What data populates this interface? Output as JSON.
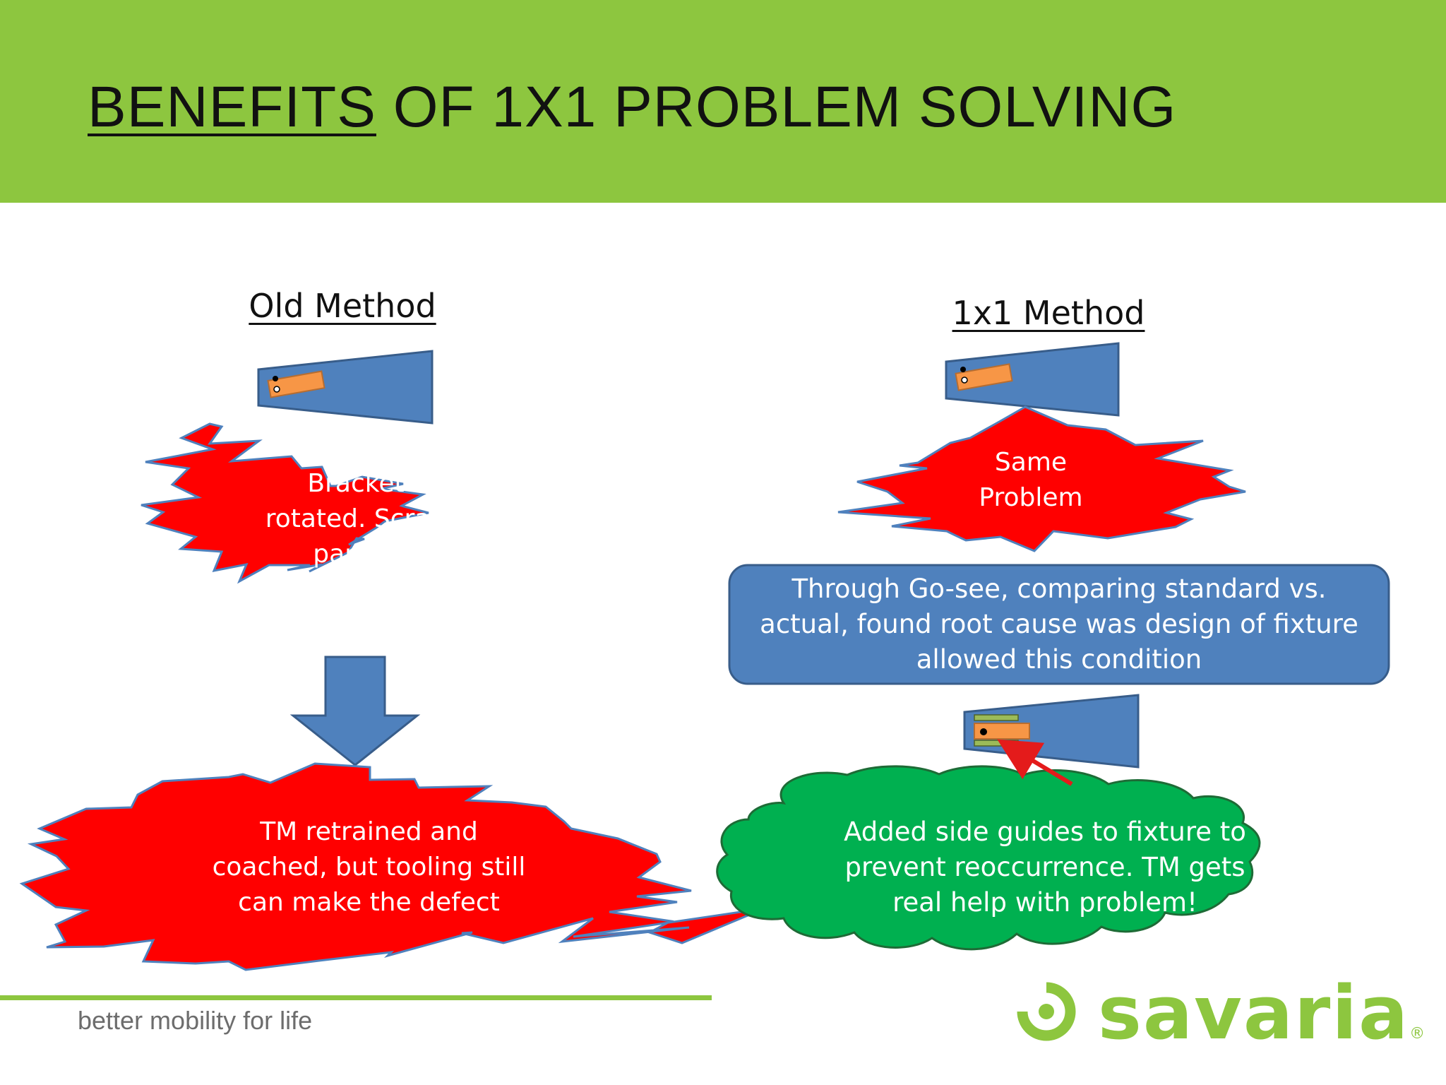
{
  "slide": {
    "title_underlined": "BENEFITS",
    "title_rest": " OF 1X1 PROBLEM SOLVING",
    "tagline": "better mobility for life",
    "brand": "savaria",
    "brand_mark": "®"
  },
  "old_method": {
    "heading": "Old Method",
    "problem": "Bracket rotated. Scrap part at customer",
    "outcome": "TM retrained and coached, but tooling still can make the defect"
  },
  "new_method": {
    "heading": "1x1 Method",
    "problem": "Same Problem",
    "analysis": "Through Go-see, comparing standard vs. actual, found root cause was design of fixture allowed this condition",
    "solution": "Added side guides to fixture to prevent reoccurrence.  TM gets real help with problem!"
  },
  "colors": {
    "header": "#8dc63f",
    "fixture": "#4f81bd",
    "burst": "#ff0000",
    "cloud": "#00b050",
    "part": "#f79646",
    "guide": "#9bbb59",
    "arrow_red": "#e41b1b"
  }
}
